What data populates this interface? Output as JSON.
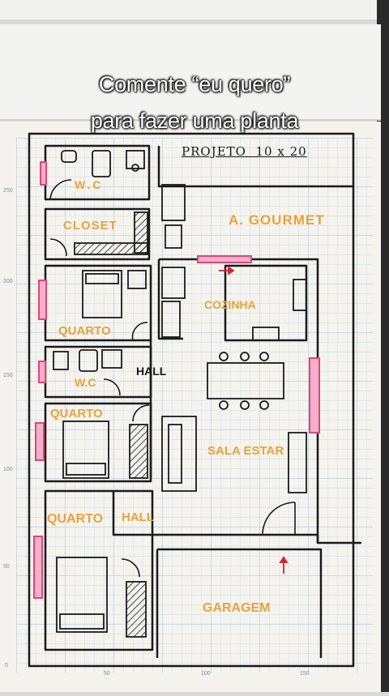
{
  "caption": {
    "line1": "Comente “eu quero”",
    "line2": "para fazer uma planta"
  },
  "plan": {
    "title": "PROJETO  10 x 20",
    "rooms": {
      "wc_top": "W.C",
      "closet": "CLOSET",
      "gourmet": "A. GOURMET",
      "cozinha": "COZINHA",
      "quarto_1": "QUARTO",
      "hall_1": "HALL",
      "wc_mid": "W.C",
      "quarto_2": "QUARTO",
      "sala_estar": "SALA ESTAR",
      "quarto_3": "QUARTO",
      "hall_2": "HALL",
      "garagem": "GARAGEM"
    },
    "ruler_left": [
      "250",
      "200",
      "150",
      "100",
      "50",
      "0"
    ],
    "ruler_bottom": [
      "50",
      "100",
      "150"
    ]
  },
  "colors": {
    "ink": "#1a1a1a",
    "label_orange": "#e9a33a",
    "window_pink": "#e0457a",
    "arrow_red": "#d4202c",
    "grid_line": "#bcd3e6",
    "paper": "#f4f3ee"
  }
}
